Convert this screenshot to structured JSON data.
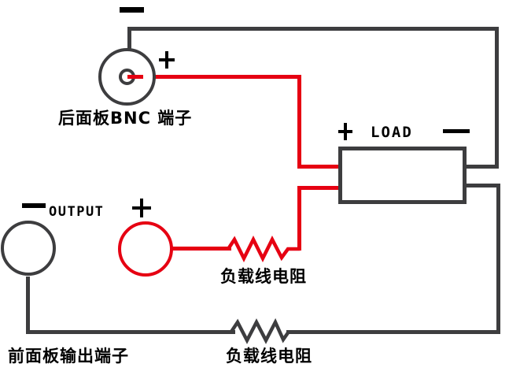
{
  "colors": {
    "bg": "#ffffff",
    "wire": "#3d3d3f",
    "red": "#e60012",
    "text": "#000000"
  },
  "rear_panel": {
    "label": "后面板BNC 端子",
    "polarity_plus": "+",
    "polarity_minus": "−"
  },
  "load": {
    "name": "LOAD",
    "polarity_plus": "+",
    "polarity_minus": "−"
  },
  "front_panel": {
    "output_label": "OUTPUT",
    "label": "前面板输出端子",
    "polarity_plus": "+",
    "polarity_minus": "−"
  },
  "wiring": {
    "positive_lead_resistor_label": "负载线电阻",
    "negative_lead_resistor_label": "负载线电阻"
  },
  "icons": {
    "plus_icon": "+",
    "minus_icon": "−",
    "bnc_connector_icon": "concentric-circles",
    "terminal_icon": "circle",
    "resistor_icon": "zigzag"
  }
}
